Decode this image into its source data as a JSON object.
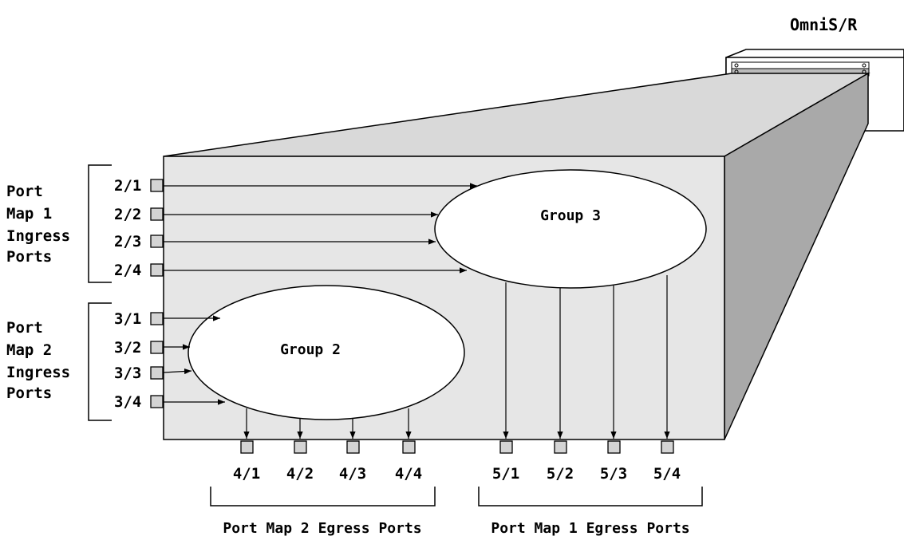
{
  "device": {
    "name": "OmniS/R"
  },
  "port_map_1": {
    "ingress_label": [
      "Port",
      "Map 1",
      "Ingress",
      "Ports"
    ],
    "ingress_ports": [
      "2/1",
      "2/2",
      "2/3",
      "2/4"
    ],
    "group": "Group 3",
    "egress_ports": [
      "5/1",
      "5/2",
      "5/3",
      "5/4"
    ],
    "egress_caption": "Port Map 1 Egress Ports"
  },
  "port_map_2": {
    "ingress_label": [
      "Port",
      "Map 2",
      "Ingress",
      "Ports"
    ],
    "ingress_ports": [
      "3/1",
      "3/2",
      "3/3",
      "3/4"
    ],
    "group": "Group 2",
    "egress_ports": [
      "4/1",
      "4/2",
      "4/3",
      "4/4"
    ],
    "egress_caption": "Port Map 2 Egress Ports"
  },
  "colors": {
    "front_face": "#e6e6e6",
    "side_face": "#aaaaaa",
    "top_face": "#d9d9d9",
    "port": "#d4d4d4",
    "line": "#000000"
  }
}
